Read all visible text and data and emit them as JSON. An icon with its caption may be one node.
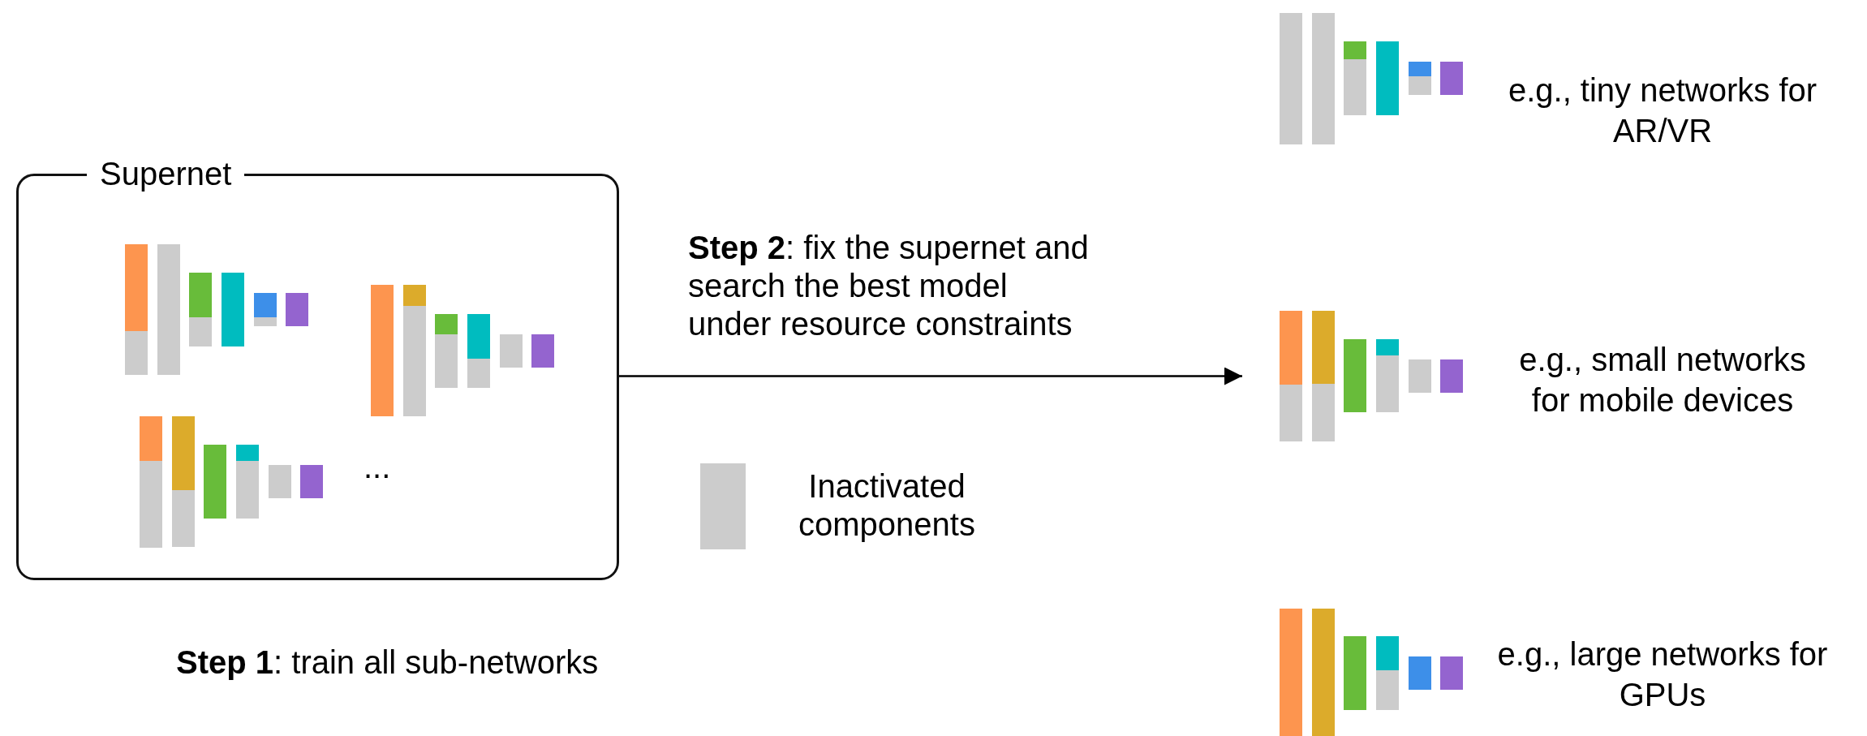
{
  "diagram": {
    "nodes": [
      {
        "text": [
          "Supernet"
        ]
      },
      {
        "text": [],
        "shape": "picture",
        "in": 0
      },
      {
        "text": [],
        "shape": "picture",
        "in": 0
      },
      {
        "text": [],
        "shape": "picture",
        "in": 0
      },
      {
        "text": [],
        "shape": "picture",
        "beside": [
          "e.g., tiny networks for AR/VR"
        ]
      },
      {
        "text": [],
        "shape": "picture",
        "beside": [
          "e.g., small networks for mobile devices"
        ]
      },
      {
        "text": [],
        "shape": "picture",
        "beside": [
          "e.g., large networks for GPUs"
        ]
      }
    ],
    "edges": [
      {
        "from": 0,
        "to": 5,
        "arrow": "to",
        "label": "**Step 2**:  fix the supernet and search the best model under resource constraints"
      }
    ],
    "labels": [
      "...",
      "**Step 1**: train all sub-networks"
    ],
    "legend": [
      {
        "text": "Inactivated components",
        "color": "#cccccc"
      }
    ]
  }
}
